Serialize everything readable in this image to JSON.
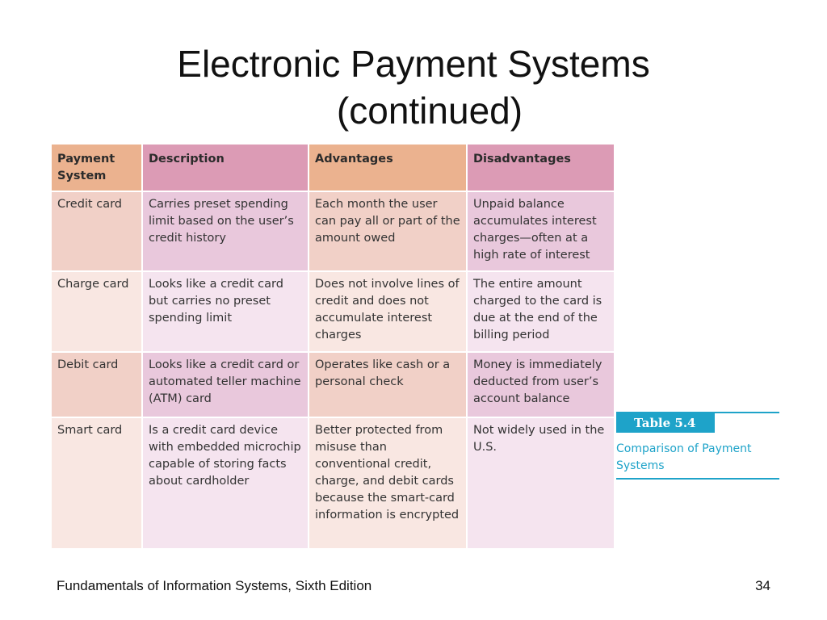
{
  "slide": {
    "title_line1": "Electronic Payment Systems",
    "title_line2": "(continued)"
  },
  "table": {
    "headers": [
      "Payment System",
      "Description",
      "Advantages",
      "Disadvantages"
    ],
    "rows": [
      {
        "system": "Credit card",
        "description": "Carries preset spending limit based on the user’s credit history",
        "advantages": "Each month the user can pay all or part of the amount owed",
        "disadvantages": "Unpaid balance accumulates interest charges—often at a high rate of interest"
      },
      {
        "system": "Charge card",
        "description": "Looks like a credit card but carries no preset spending limit",
        "advantages": "Does not involve lines of credit and does not accumulate interest charges",
        "disadvantages": "The entire amount charged to the card is due at the end of the billing period"
      },
      {
        "system": "Debit card",
        "description": "Looks like a credit card or automated teller machine (ATM) card",
        "advantages": "Operates like cash or a personal check",
        "disadvantages": "Money is immediately deducted from user’s account balance"
      },
      {
        "system": "Smart card",
        "description": "Is a credit card device with embedded microchip capable of storing facts about cardholder",
        "advantages": "Better protected from misuse than conventional credit, charge, and debit cards because the smart-card information is encrypted",
        "disadvantages": "Not widely used in the U.S."
      }
    ]
  },
  "caption": {
    "tag": "Table 5.4",
    "text": "Comparison of Payment Systems"
  },
  "footer": {
    "left": "Fundamentals of Information Systems, Sixth Edition",
    "page_number": "34"
  },
  "colors": {
    "header_orange": "#ebb28f",
    "header_pink": "#dc9bb5",
    "caption_accent": "#1ea3c9"
  }
}
